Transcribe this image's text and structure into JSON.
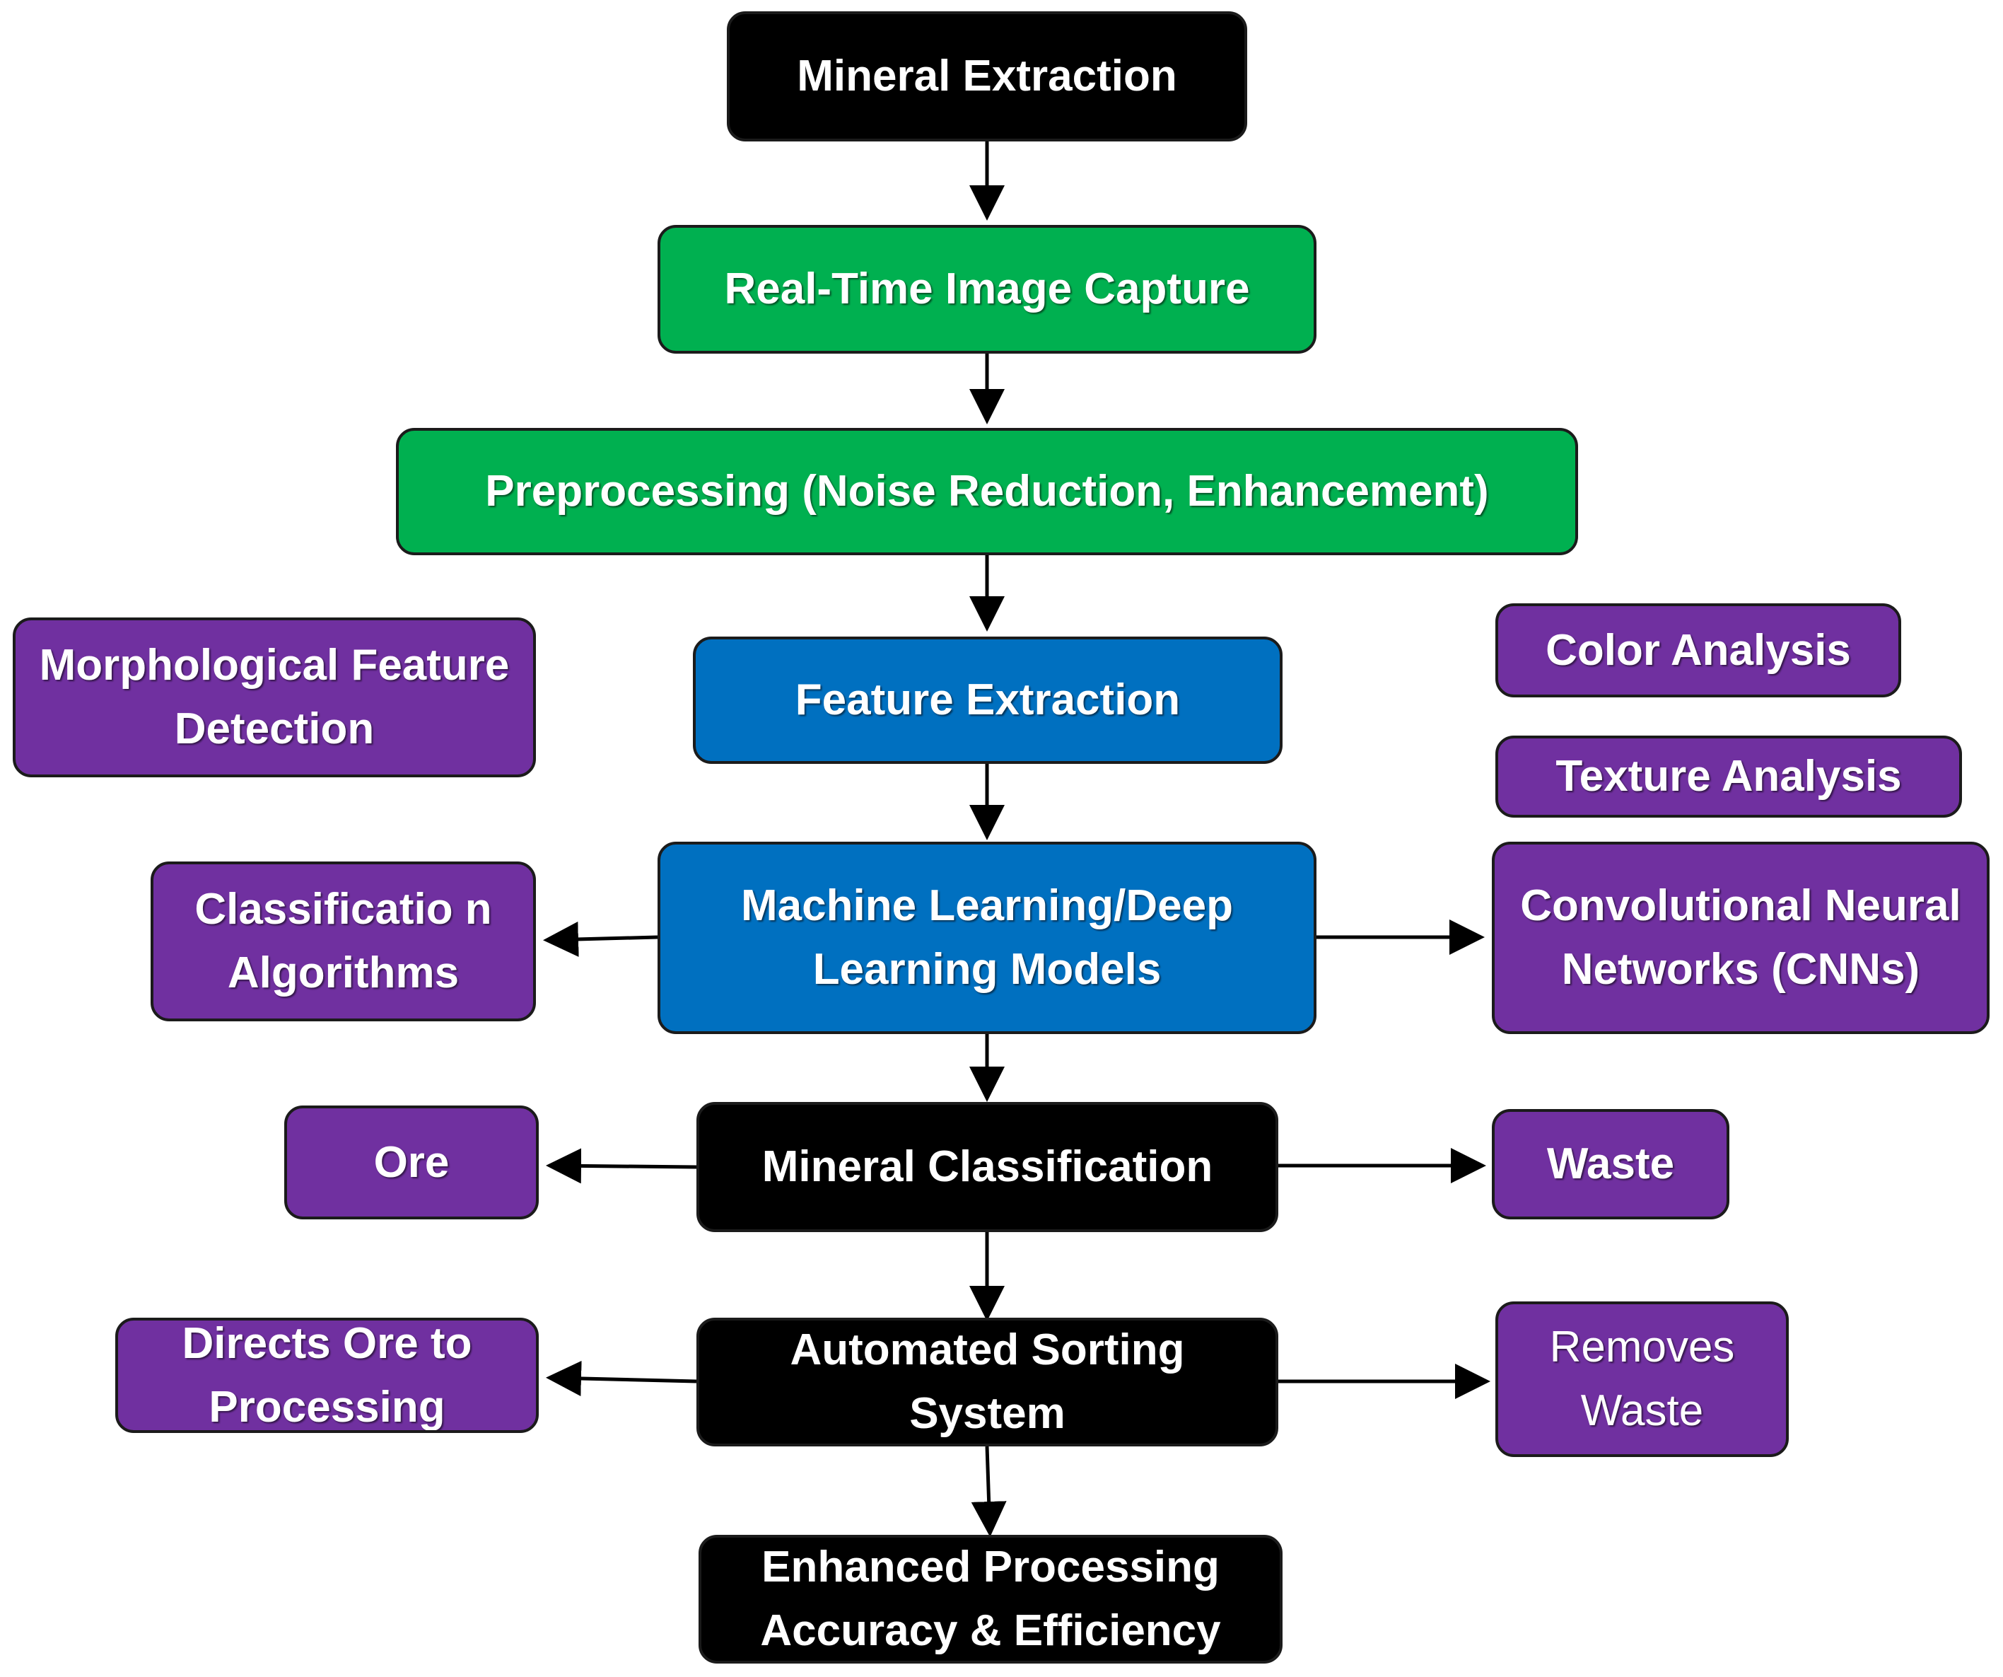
{
  "colors": {
    "black": "#000000",
    "green": "#00b050",
    "blue": "#0070c0",
    "purple": "#7030a0",
    "arrow": "#000000"
  },
  "nodes": {
    "mineral_extraction": "Mineral Extraction",
    "image_capture": "Real-Time Image Capture",
    "preprocessing": "Preprocessing (Noise Reduction, Enhancement)",
    "morphological": "Morphological Feature Detection",
    "feature_extraction": "Feature Extraction",
    "color_analysis": "Color Analysis",
    "texture_analysis": "Texture Analysis",
    "classification_algorithms": "Classificatio n Algorithms",
    "ml_models": "Machine Learning/Deep Learning Models",
    "cnn": "Convolutional Neural Networks (CNNs)",
    "ore": "Ore",
    "mineral_classification": "Mineral Classification",
    "waste": "Waste",
    "directs_ore": "Directs Ore to Processing",
    "sorting_system": "Automated Sorting System",
    "removes_waste": "Removes Waste",
    "enhanced": "Enhanced Processing Accuracy & Efficiency"
  }
}
